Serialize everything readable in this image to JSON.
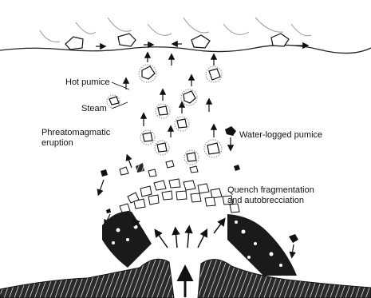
{
  "labels": {
    "hot_pumice": "Hot pumice",
    "steam": "Steam",
    "phreatomagmatic_line1": "Phreatomagmatic",
    "phreatomagmatic_line2": "eruption",
    "water_logged": "Water-logged pumice",
    "quench_line1": "Quench fragmentation",
    "quench_line2": "and autobrecciation"
  },
  "colors": {
    "ink": "#111111",
    "steam_halo": "#9a9a9a",
    "water_surface": "#777777",
    "clast_fill": "#1a1a1a"
  }
}
